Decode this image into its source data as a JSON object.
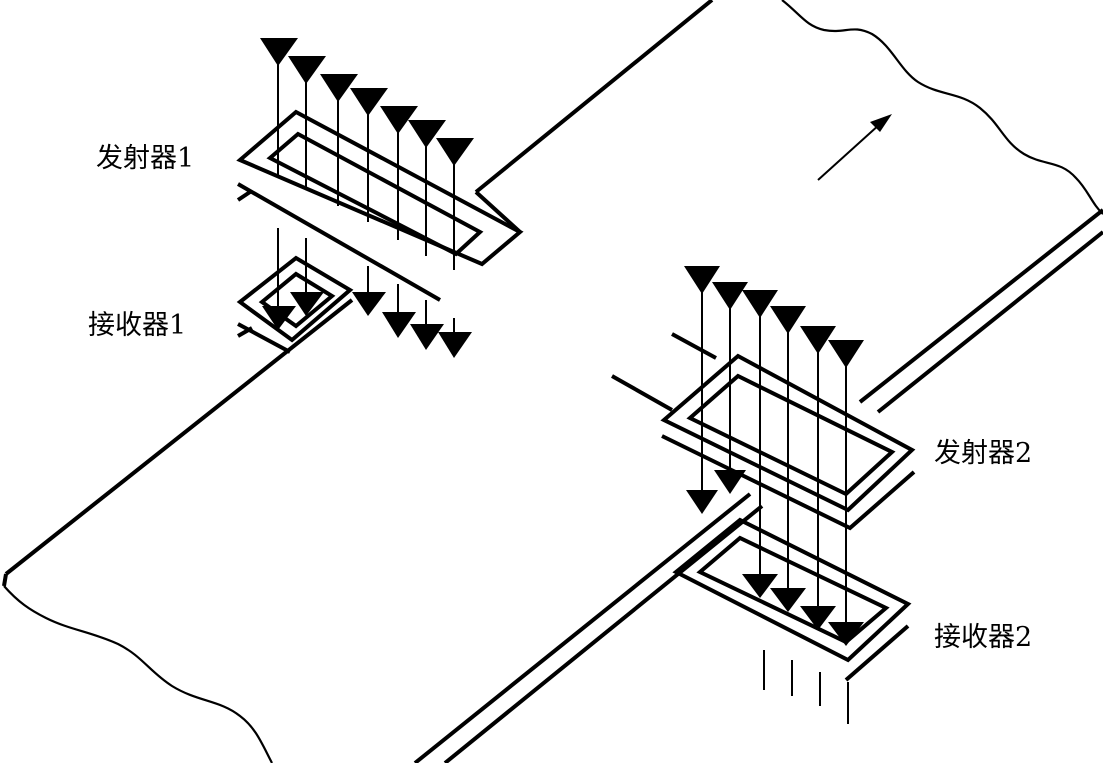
{
  "labels": {
    "emitter1": "发射器1",
    "receiver1": "接收器1",
    "emitter2": "发射器2",
    "receiver2": "接收器2"
  },
  "colors": {
    "ink": "#000000",
    "paper": "#ffffff"
  },
  "icons": {
    "beam_head": "arrowhead-down-icon",
    "motion": "arrow-up-right-icon"
  }
}
